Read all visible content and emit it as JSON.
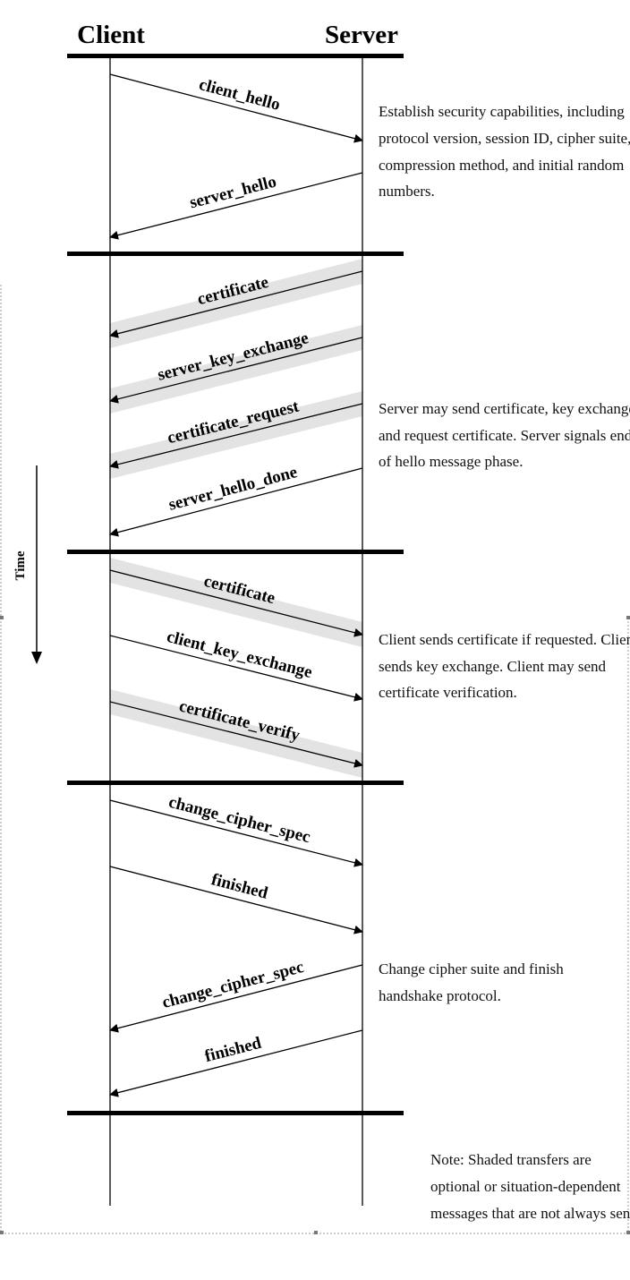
{
  "headers": {
    "client": "Client",
    "server": "Server"
  },
  "time_label": "Time",
  "messages": [
    {
      "label": "client_hello",
      "from": "client",
      "optional": false
    },
    {
      "label": "server_hello",
      "from": "server",
      "optional": false
    },
    {
      "label": "certificate",
      "from": "server",
      "optional": true
    },
    {
      "label": "server_key_exchange",
      "from": "server",
      "optional": true
    },
    {
      "label": "certificate_request",
      "from": "server",
      "optional": true
    },
    {
      "label": "server_hello_done",
      "from": "server",
      "optional": false
    },
    {
      "label": "certificate",
      "from": "client",
      "optional": true
    },
    {
      "label": "client_key_exchange",
      "from": "client",
      "optional": false
    },
    {
      "label": "certificate_verify",
      "from": "client",
      "optional": true
    },
    {
      "label": "change_cipher_spec",
      "from": "client",
      "optional": false
    },
    {
      "label": "finished",
      "from": "client",
      "optional": false
    },
    {
      "label": "change_cipher_spec",
      "from": "server",
      "optional": false
    },
    {
      "label": "finished",
      "from": "server",
      "optional": false
    }
  ],
  "phases": [
    {
      "lines": [
        "Establish security capabilities, including",
        "protocol version, session ID, cipher suite,",
        "compression method, and initial random",
        "numbers."
      ]
    },
    {
      "lines": [
        "Server may send certificate, key exchange,",
        "and request certificate. Server signals end",
        "of hello message phase."
      ]
    },
    {
      "lines": [
        "Client sends certificate if requested. Client",
        "sends key exchange. Client may send",
        "certificate verification."
      ]
    },
    {
      "lines": [
        "Change cipher suite and finish",
        "handshake protocol."
      ]
    }
  ],
  "note": {
    "lines": [
      "Note: Shaded transfers are",
      "optional or situation-dependent",
      "messages that are not always sent."
    ]
  }
}
